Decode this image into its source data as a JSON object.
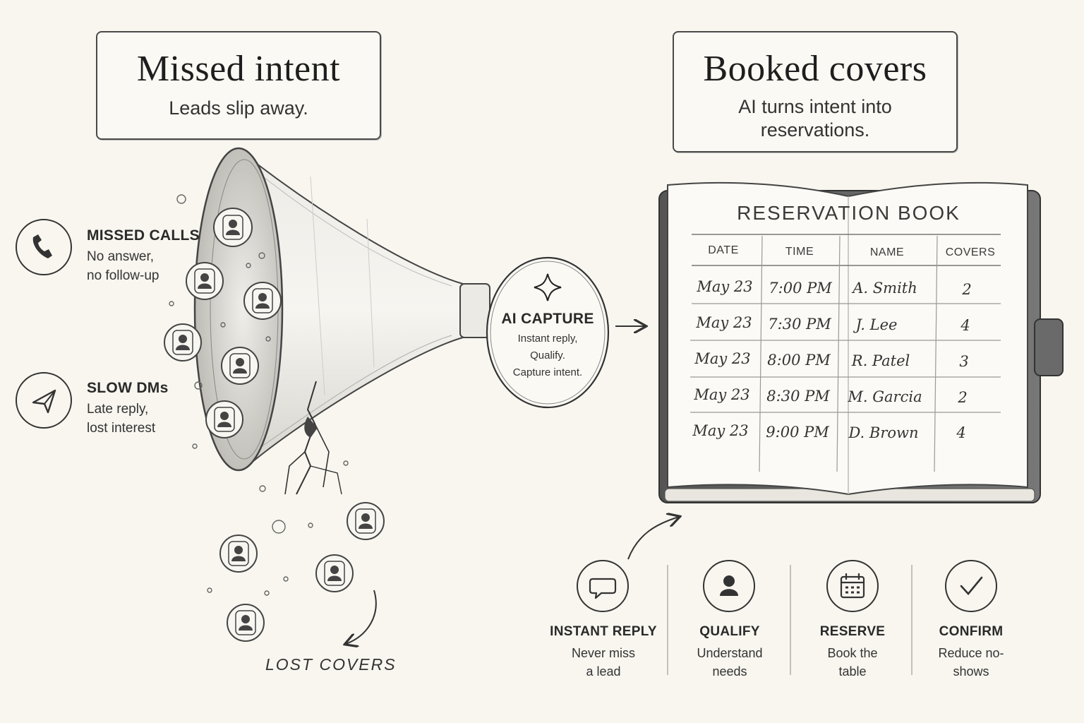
{
  "missed": {
    "title": "Missed intent",
    "subtitle": "Leads slip away."
  },
  "booked": {
    "title": "Booked covers",
    "subtitle": "AI turns intent into\nreservations."
  },
  "sources": [
    {
      "title": "MISSED CALLS",
      "subtitle": "No answer,\nno follow-up",
      "icon": "phone-icon"
    },
    {
      "title": "SLOW DMs",
      "subtitle": "Late reply,\nlost interest",
      "icon": "send-icon"
    }
  ],
  "capture": {
    "title": "AI CAPTURE",
    "subtitle": "Instant reply,\nQualify.\nCapture intent.",
    "icon": "sparkle-icon"
  },
  "lost_label": "LOST COVERS",
  "book": {
    "title": "RESERVATION BOOK",
    "headers": [
      "DATE",
      "TIME",
      "NAME",
      "COVERS"
    ],
    "rows": [
      [
        "May 23",
        "7:00 PM",
        "A. Smith",
        "2"
      ],
      [
        "May 23",
        "7:30 PM",
        "J. Lee",
        "4"
      ],
      [
        "May 23",
        "8:00 PM",
        "R. Patel",
        "3"
      ],
      [
        "May 23",
        "8:30 PM",
        "M. Garcia",
        "2"
      ],
      [
        "May 23",
        "9:00 PM",
        "D. Brown",
        "4"
      ]
    ]
  },
  "steps": [
    {
      "title": "INSTANT REPLY",
      "subtitle": "Never miss\na lead",
      "icon": "chat-icon"
    },
    {
      "title": "QUALIFY",
      "subtitle": "Understand\nneeds",
      "icon": "person-icon"
    },
    {
      "title": "RESERVE",
      "subtitle": "Book the\ntable",
      "icon": "calendar-icon"
    },
    {
      "title": "CONFIRM",
      "subtitle": "Reduce no-\nshows",
      "icon": "check-icon"
    }
  ],
  "colors": {
    "ink": "#2a2a2a",
    "paper": "#f8f6ef",
    "pencil": "#555555"
  }
}
